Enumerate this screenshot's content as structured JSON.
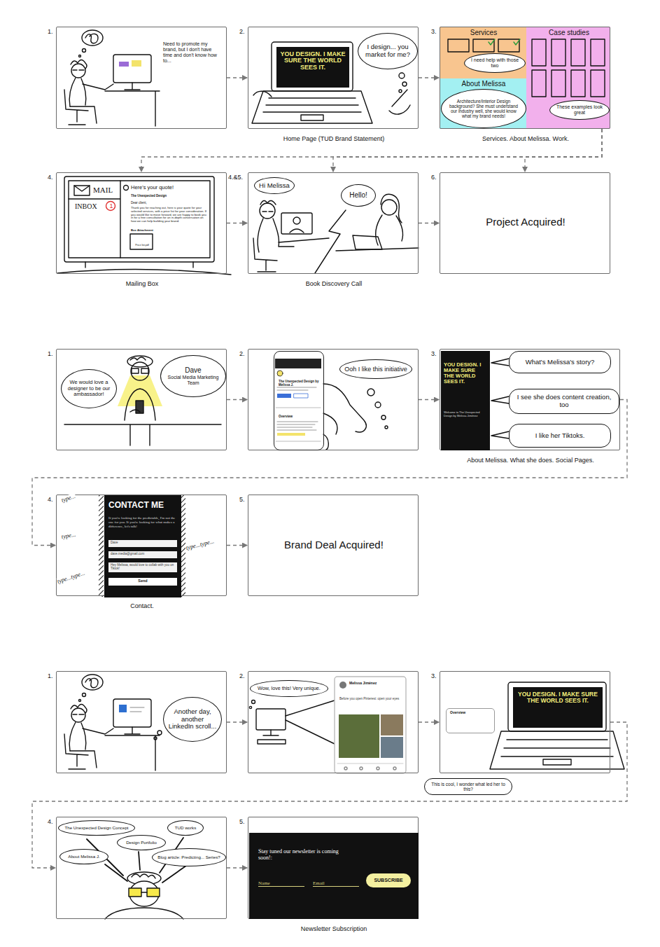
{
  "diagram": {
    "nodes": [
      {
        "text": [
          "1.",
          "Need to promote my brand, but I don't have time and don't know how to..."
        ]
      },
      {
        "text": [
          "2.",
          "Home Page (TUD Brand Statement)"
        ]
      },
      {
        "text": [
          "YOU DESIGN. I MAKE SURE THE WORLD SEES IT."
        ],
        "in": 1
      },
      {
        "text": [
          "I design... you market for me?"
        ],
        "in": 1
      },
      {
        "text": [
          "3.",
          "Services. About Melissa. Work."
        ]
      },
      {
        "text": [
          "Services"
        ],
        "in": 4
      },
      {
        "text": [
          "I need help with those two"
        ],
        "in": 5
      },
      {
        "text": [
          "Case studies"
        ],
        "in": 4
      },
      {
        "text": [
          "These examples look great"
        ],
        "in": 7
      },
      {
        "text": [
          "About Melissa"
        ],
        "in": 4
      },
      {
        "text": [
          "Architecture/Interior Design background? She must understand our industry well, she would know what my brand needs!"
        ],
        "in": 9
      },
      {
        "text": [
          "4.",
          "Mailing Box"
        ]
      },
      {
        "text": [
          "MAIL",
          "INBOX",
          "1",
          "Here's your quote!",
          "The Unexpected Design",
          "Dear client,",
          "Thank you for reaching out, here is your quote for your selected services, with a price list for your consideration. If you would like to move forward, we are happy to book you in for a free consultation for an in-depth conversation on how we can help building your brand.",
          "Box Attachment",
          "Price list.pdf"
        ],
        "in": 11
      },
      {
        "text": [
          "4.&5.",
          "Book Discovery Call"
        ]
      },
      {
        "text": [
          "Hi Melissa"
        ],
        "in": 13
      },
      {
        "text": [
          "Hello!"
        ],
        "in": 13
      },
      {
        "text": [
          "6.",
          "Project Acquired!"
        ]
      },
      {
        "text": [
          "1."
        ]
      },
      {
        "text": [
          "We would love a designer to be our ambassador!"
        ],
        "in": 17
      },
      {
        "text": [
          "Dave",
          "Social Media Marketing Team"
        ],
        "in": 17
      },
      {
        "text": [
          "2."
        ]
      },
      {
        "text": [
          "The Unexpected Design by Melissa J.",
          "Overview"
        ],
        "in": 20
      },
      {
        "text": [
          "Ooh I like this initiative"
        ],
        "in": 20
      },
      {
        "text": [
          "3.",
          "About Melissa. What she does. Social Pages."
        ]
      },
      {
        "text": [
          "YOU DESIGN. I MAKE SURE THE WORLD SEES IT.",
          "Welcome to The Unexpected Design by Melissa Jiménez"
        ],
        "in": 23
      },
      {
        "text": [
          "What's Melissa's story?"
        ],
        "in": 23
      },
      {
        "text": [
          "I see she does content creation, too"
        ],
        "in": 23
      },
      {
        "text": [
          "I like her Tiktoks."
        ],
        "in": 23
      },
      {
        "text": [
          "4.",
          "Contact."
        ]
      },
      {
        "text": [
          "CONTACT ME",
          "If you're looking for the predictable, I'm not the one for you. If you're looking for what makes a difference, let's talk!",
          "Dave",
          "dave.media@gmail.com",
          "Hey Melissa, would love to collab with you on Tiktok!",
          "Send"
        ],
        "in": 28
      },
      {
        "text": [
          "5.",
          "Brand Deal Acquired!"
        ]
      },
      {
        "text": [
          "1."
        ]
      },
      {
        "text": [
          "Another day, another LinkedIn scroll..."
        ],
        "in": 31
      },
      {
        "text": [
          "2."
        ]
      },
      {
        "text": [
          "Wow, love this! Very unique."
        ],
        "in": 33
      },
      {
        "text": [
          "Melissa Jiménez",
          "Before you open Pinterest: open your eyes"
        ],
        "in": 33
      },
      {
        "text": [
          "3."
        ]
      },
      {
        "text": [
          "YOU DESIGN. I MAKE SURE THE WORLD SEES IT."
        ],
        "in": 36
      },
      {
        "text": [
          "Overview"
        ],
        "in": 36
      },
      {
        "text": [
          "This is cool, I wonder what led her to this?"
        ]
      },
      {
        "text": [
          "4."
        ]
      },
      {
        "text": [
          "The Unexpected Design Concept"
        ],
        "in": 40
      },
      {
        "text": [
          "TUD works"
        ],
        "in": 40
      },
      {
        "text": [
          "Design Portfolio"
        ],
        "in": 40
      },
      {
        "text": [
          "About Melissa J."
        ],
        "in": 40
      },
      {
        "text": [
          "Blog article: Predicting... Series?"
        ],
        "in": 40
      },
      {
        "text": [
          "5.",
          "Newsletter Subscription"
        ]
      },
      {
        "text": [
          "Stay tuned our newsletter is coming soon!:",
          "Name",
          "Email",
          "SUBSCRIBE"
        ],
        "in": 46
      }
    ],
    "edges": [
      {
        "from": 0,
        "to": 1,
        "arrow": "to"
      },
      {
        "from": 1,
        "to": 4,
        "arrow": "to"
      },
      {
        "from": 4,
        "to": 11,
        "arrow": "to"
      },
      {
        "from": 4,
        "to": 13,
        "arrow": "to"
      },
      {
        "from": 4,
        "to": 16,
        "arrow": "to"
      },
      {
        "from": 11,
        "to": 13,
        "arrow": "to"
      },
      {
        "from": 13,
        "to": 16,
        "arrow": "to"
      },
      {
        "from": 17,
        "to": 20,
        "arrow": "to"
      },
      {
        "from": 20,
        "to": 23,
        "arrow": "to"
      },
      {
        "from": 23,
        "to": 28,
        "arrow": "to"
      },
      {
        "from": 28,
        "to": 30,
        "arrow": "to"
      },
      {
        "from": 31,
        "to": 33,
        "arrow": "to"
      },
      {
        "from": 33,
        "to": 36,
        "arrow": "to"
      },
      {
        "from": 36,
        "to": 40,
        "arrow": "to"
      },
      {
        "from": 40,
        "to": 46,
        "arrow": "to"
      }
    ],
    "labels": [
      "type...",
      "type...",
      "type...type...",
      "type...type..."
    ]
  }
}
